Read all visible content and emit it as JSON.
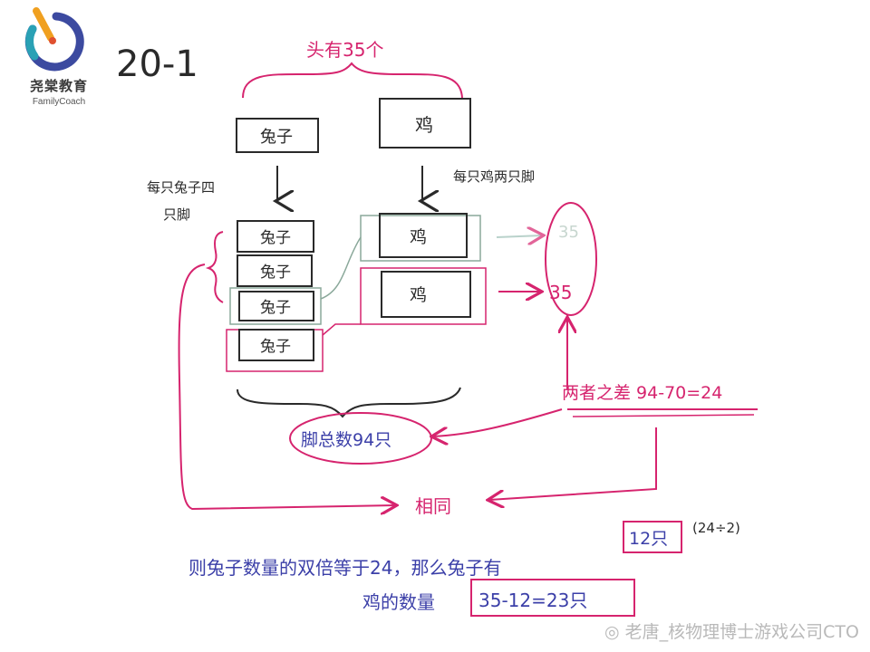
{
  "brand": {
    "name_cn": "尧棠教育",
    "name_en": "FamilyCoach"
  },
  "problem_number": "20-1",
  "labels": {
    "heads_total": "头有35个",
    "rabbit": "兔子",
    "chicken": "鸡",
    "rabbit_legs_note_line1": "每只兔子四",
    "rabbit_legs_note_line2": "只脚",
    "chicken_legs_note": "每只鸡两只脚",
    "count_35_faded": "35",
    "count_35": "35",
    "legs_total": "脚总数94只",
    "difference": "两者之差 94-70=24",
    "same": "相同",
    "conclusion_line1_a": "则兔子数量的双倍等于24，那么兔子有",
    "rabbit_answer": "12只",
    "rabbit_calc": "(24÷2)",
    "conclusion_line2_a": "鸡的数量",
    "chicken_answer": "35-12=23只"
  },
  "watermark": "老唐_核物理博士游戏公司CTO",
  "colors": {
    "ink_black": "#2a2a2a",
    "ink_pink": "#d6246e",
    "ink_blue": "#3b3fa8",
    "ink_green": "#8aa89a"
  }
}
